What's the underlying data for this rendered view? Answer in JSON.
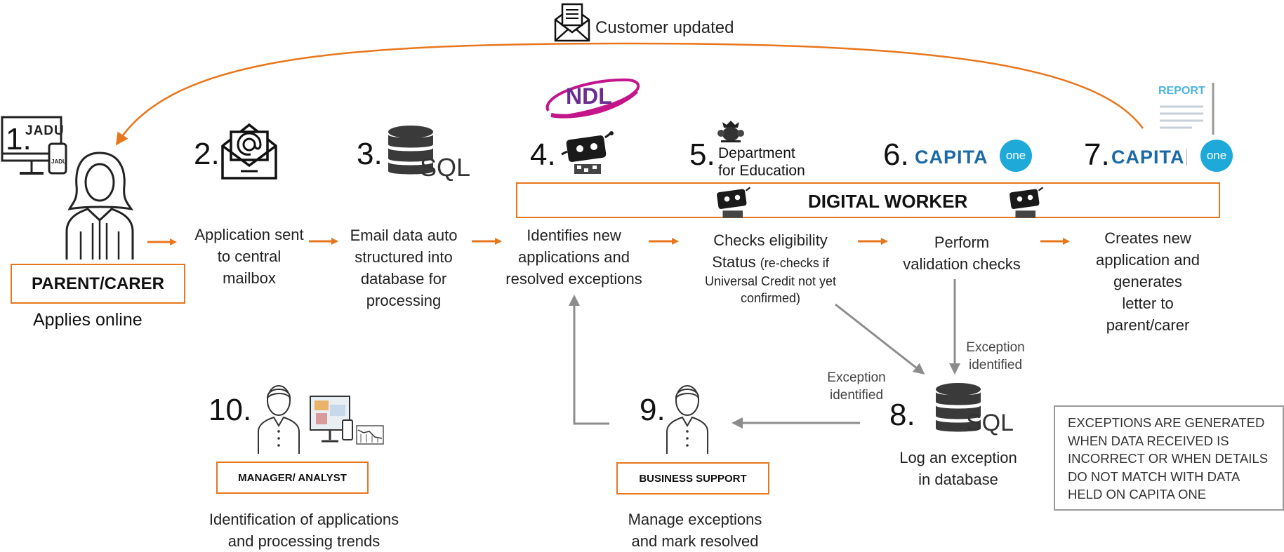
{
  "top_label": "Customer updated",
  "digital_worker_label": "DIGITAL WORKER",
  "parent": {
    "number": "1.",
    "box_label": "PARENT/CARER",
    "caption": "Applies online",
    "logo_text": "JADU",
    "device_text": "JADU"
  },
  "steps": [
    {
      "number": "2.",
      "caption_lines": [
        "Application sent",
        "to central",
        "mailbox"
      ]
    },
    {
      "number": "3.",
      "caption_lines": [
        "Email data auto",
        "structured into",
        "database for",
        "processing"
      ],
      "logo_text": "SQL"
    },
    {
      "number": "4.",
      "caption_lines": [
        "Identifies new",
        "applications and",
        "resolved exceptions"
      ],
      "logo_text": "NDL"
    },
    {
      "number": "5.",
      "caption_main": [
        "Checks eligibility",
        "Status"
      ],
      "caption_small": [
        "(re-checks if",
        "Universal Credit not yet",
        "confirmed)"
      ],
      "logo_lines": [
        "Department",
        "for Education"
      ]
    },
    {
      "number": "6.",
      "caption_lines": [
        "Perform",
        "validation checks"
      ],
      "logo_text": "CAPITA",
      "badge": "one"
    },
    {
      "number": "7.",
      "caption_lines": [
        "Creates new",
        "application and",
        "generates",
        "letter to",
        "parent/carer"
      ],
      "logo_text": "CAPITA",
      "badge": "one",
      "report_text": "REPORT"
    }
  ],
  "exception": {
    "number": "8.",
    "caption_lines": [
      "Log an exception",
      "in database"
    ],
    "logo_text": "SQL",
    "label_left": [
      "Exception",
      "identified"
    ],
    "label_right": [
      "Exception",
      "identified"
    ]
  },
  "business_support": {
    "number": "9.",
    "box_label": "BUSINESS SUPPORT",
    "caption_lines": [
      "Manage exceptions",
      "and mark resolved"
    ]
  },
  "manager": {
    "number": "10.",
    "box_label": "MANAGER/ ANALYST",
    "caption_lines": [
      "Identification of applications",
      "and processing trends"
    ]
  },
  "note_lines": [
    "EXCEPTIONS ARE GENERATED",
    "WHEN DATA RECEIVED IS",
    "INCORRECT OR WHEN DETAILS",
    "DO NOT MATCH WITH DATA",
    "HELD ON CAPITA ONE"
  ],
  "colors": {
    "orange": "#e8761c",
    "grey_arrow": "#8c8c8c",
    "capita_blue": "#1b6aa5",
    "one_badge": "#1ea9d8",
    "ndl_purple": "#6a2c91",
    "ndl_magenta": "#c4158b"
  },
  "icons": [
    "envelope-doc-icon",
    "desktop-icon",
    "person-icon",
    "email-at-icon",
    "database-icon",
    "robot-icon",
    "crest-icon",
    "report-icon",
    "chart-device-icon"
  ]
}
